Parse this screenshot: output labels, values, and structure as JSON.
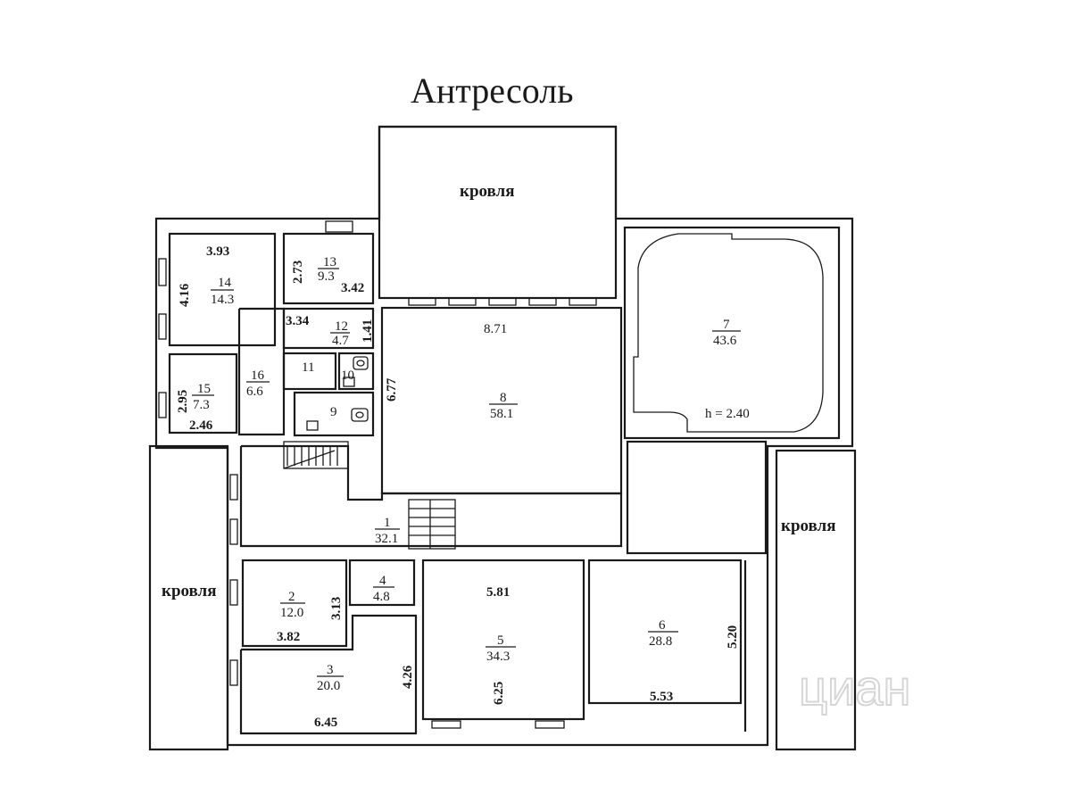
{
  "title": "Антресоль",
  "roof_label": "кровля",
  "height_note": "h = 2.40",
  "watermark": "циан",
  "rooms": [
    {
      "id": "r14",
      "number": "14",
      "area": "14.3"
    },
    {
      "id": "r13",
      "number": "13",
      "area": "9.3"
    },
    {
      "id": "r12",
      "number": "12",
      "area": "4.7"
    },
    {
      "id": "r11",
      "number": "11",
      "area": ""
    },
    {
      "id": "r10",
      "number": "10",
      "area": ""
    },
    {
      "id": "r9",
      "number": "9",
      "area": ""
    },
    {
      "id": "r16",
      "number": "16",
      "area": "6.6"
    },
    {
      "id": "r15",
      "number": "15",
      "area": "7.3"
    },
    {
      "id": "r8",
      "number": "8",
      "area": "58.1"
    },
    {
      "id": "r7",
      "number": "7",
      "area": "43.6"
    },
    {
      "id": "r1",
      "number": "1",
      "area": "32.1"
    },
    {
      "id": "r2",
      "number": "2",
      "area": "12.0"
    },
    {
      "id": "r4",
      "number": "4",
      "area": "4.8"
    },
    {
      "id": "r3",
      "number": "3",
      "area": "20.0"
    },
    {
      "id": "r5",
      "number": "5",
      "area": "34.3"
    },
    {
      "id": "r6",
      "number": "6",
      "area": "28.8"
    }
  ],
  "dimensions": [
    {
      "id": "d1",
      "value": "3.93"
    },
    {
      "id": "d2",
      "value": "4.16"
    },
    {
      "id": "d3",
      "value": "2.73"
    },
    {
      "id": "d4",
      "value": "3.42"
    },
    {
      "id": "d5",
      "value": "3.34"
    },
    {
      "id": "d6",
      "value": "1.41"
    },
    {
      "id": "d7",
      "value": "8.71"
    },
    {
      "id": "d8",
      "value": "6.77"
    },
    {
      "id": "d9",
      "value": "2.95"
    },
    {
      "id": "d10",
      "value": "2.46"
    },
    {
      "id": "d11",
      "value": "3.13"
    },
    {
      "id": "d12",
      "value": "3.82"
    },
    {
      "id": "d13",
      "value": "4.26"
    },
    {
      "id": "d14",
      "value": "6.45"
    },
    {
      "id": "d15",
      "value": "5.81"
    },
    {
      "id": "d16",
      "value": "6.25"
    },
    {
      "id": "d17",
      "value": "5.20"
    },
    {
      "id": "d18",
      "value": "5.53"
    }
  ]
}
